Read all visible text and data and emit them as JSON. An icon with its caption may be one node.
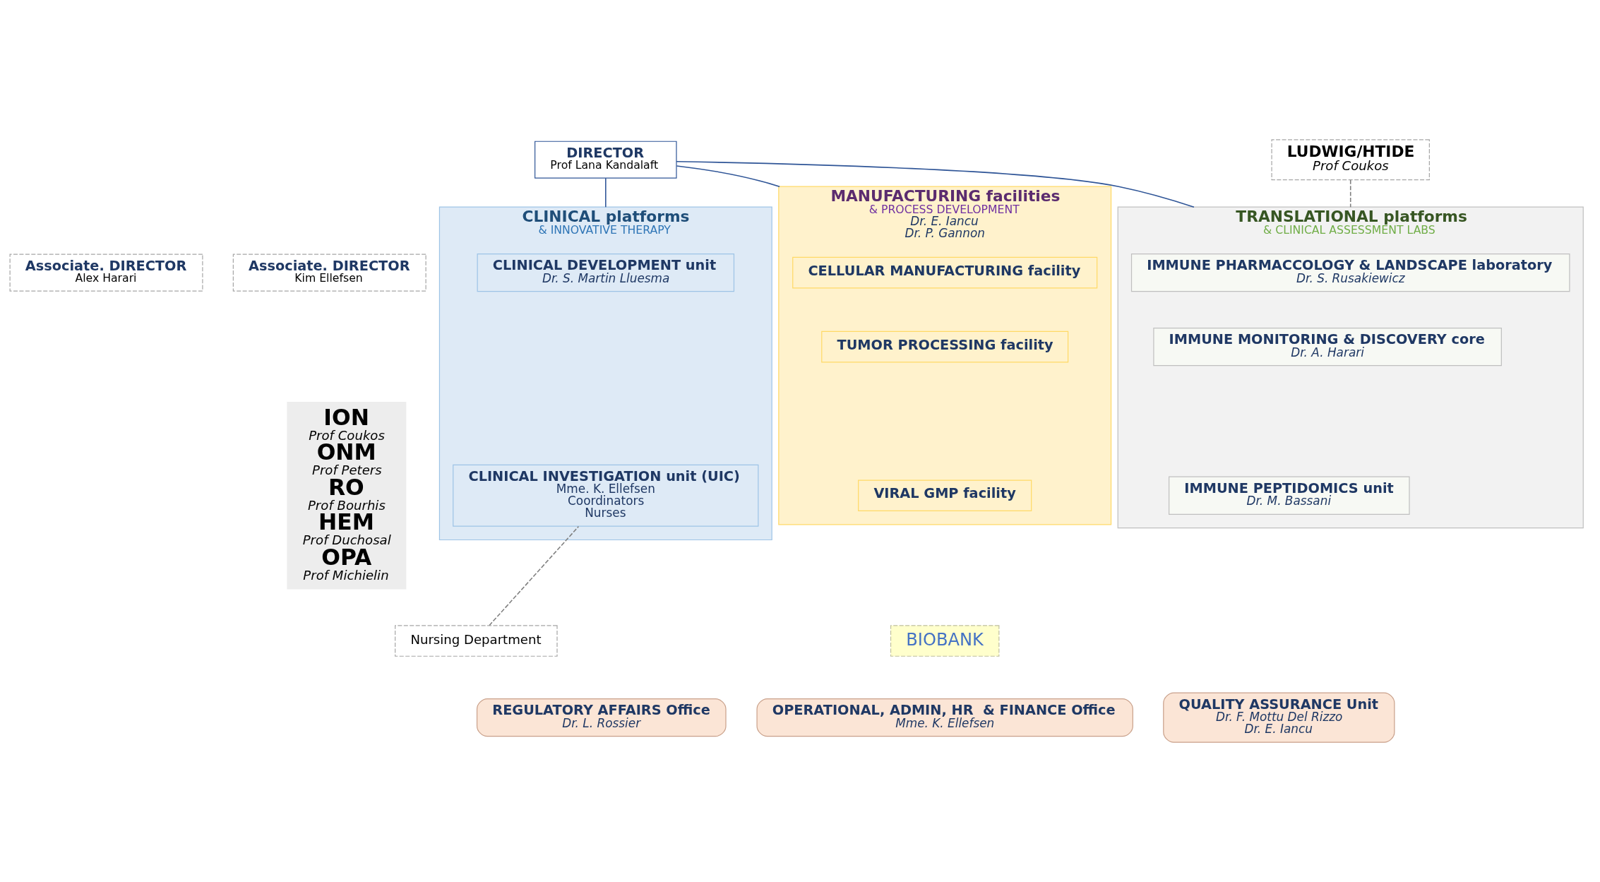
{
  "diagram": {
    "nodes": [
      {
        "text": [
          "DIRECTOR",
          "Prof Lana Kandalaft"
        ]
      },
      {
        "text": [
          "Associate. DIRECTOR",
          "Kim Ellefsen"
        ]
      },
      {
        "text": [
          "Associate. DIRECTOR",
          "Alex Harari"
        ]
      },
      {
        "text": [
          "LUDWIG/HTIDE",
          "Prof Coukos"
        ]
      },
      {
        "text": [
          "ION",
          "Prof Coukos",
          "ONM",
          "Prof Peters",
          "RO",
          "Prof Bourhis",
          "HEM",
          "Prof Duchosal",
          "OPA",
          "Prof Michielin"
        ]
      },
      {
        "text": [
          "CLINICAL platforms",
          "& INNOVATIVE THERAPY"
        ]
      },
      {
        "text": [
          "CLINICAL DEVELOPMENT unit",
          "Dr. S. Martin Lluesma"
        ],
        "in": 5
      },
      {
        "text": [
          "CLINICAL INVESTIGATION unit (UIC)",
          "Mme. K. Ellefsen",
          "Coordinators",
          "Nurses"
        ],
        "in": 5
      },
      {
        "text": [
          "MANUFACTURING facilities",
          "& PROCESS DEVELOPMENT",
          "Dr. E. Iancu",
          "Dr. P. Gannon"
        ]
      },
      {
        "text": [
          "CELLULAR MANUFACTURING facility"
        ],
        "in": 8
      },
      {
        "text": [
          "TUMOR PROCESSING facility"
        ],
        "in": 8
      },
      {
        "text": [
          "VIRAL GMP facility"
        ],
        "in": 8
      },
      {
        "text": [
          "TRANSLATIONAL platforms",
          "& CLINICAL ASSESSMENT LABS"
        ]
      },
      {
        "text": [
          "IMMUNE PHARMACCOLOGY & LANDSCAPE laboratory",
          "Dr. S. Rusakiewicz"
        ],
        "in": 12
      },
      {
        "text": [
          "IMMUNE MONITORING & DISCOVERY core",
          "Dr. A. Harari"
        ],
        "in": 12
      },
      {
        "text": [
          "IMMUNE PEPTIDOMICS unit",
          "Dr. M. Bassani"
        ],
        "in": 12
      },
      {
        "text": [
          "BIOBANK"
        ]
      },
      {
        "text": [
          "Nursing Department"
        ]
      },
      {
        "text": [
          "REGULATORY AFFAIRS Office",
          "Dr. L. Rossier"
        ]
      },
      {
        "text": [
          "OPERATIONAL, ADMIN, HR  & FINANCE Office",
          "Mme. K. Ellefsen"
        ]
      },
      {
        "text": [
          "QUALITY ASSURANCE Unit",
          "Dr. F. Mottu Del Rizzo",
          "Dr. E. Iancu"
        ]
      }
    ],
    "edges": [
      {
        "from": 0,
        "to": 5,
        "arrow": "none"
      },
      {
        "from": 0,
        "to": 8,
        "arrow": "none"
      },
      {
        "from": 0,
        "to": 12,
        "arrow": "none"
      },
      {
        "from": 3,
        "to": 12,
        "arrow": "none",
        "style": "dashed",
        "color": "#7f7f7f"
      },
      {
        "from": 17,
        "to": 7,
        "arrow": "none",
        "style": "dashed",
        "color": "#7f7f7f"
      }
    ]
  }
}
